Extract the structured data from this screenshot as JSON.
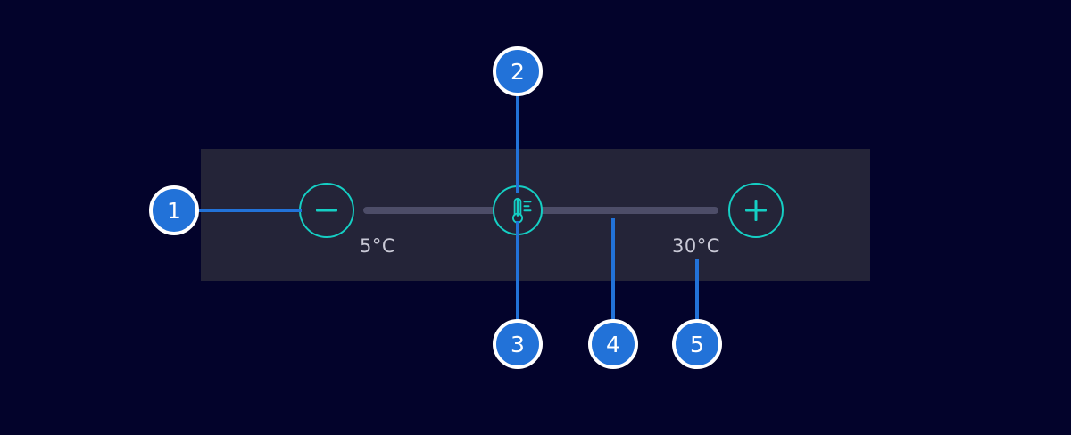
{
  "theme": {
    "background": "#03032b",
    "panel_bg": "#242438",
    "accent_teal": "#15cfc4",
    "track_gray": "#4d4d68",
    "callout_blue": "#2272d8",
    "callout_ring": "#ffffff",
    "label_text": "#c9c9d6"
  },
  "control": {
    "name": "temperature-slider-control",
    "decrease_button": {
      "label": "−",
      "icon": "minus-icon"
    },
    "increase_button": {
      "label": "+",
      "icon": "plus-icon"
    },
    "slider": {
      "min_label": "5°C",
      "max_label": "30°C",
      "min_value": 5,
      "max_value": 30,
      "current_value": 17,
      "handle_icon": "thermometer-icon",
      "handle_position_percent": 43
    }
  },
  "callouts": [
    {
      "number": "1",
      "target": "decrease-button"
    },
    {
      "number": "2",
      "target": "slider-handle-top"
    },
    {
      "number": "3",
      "target": "slider-handle-bottom"
    },
    {
      "number": "4",
      "target": "slider-track"
    },
    {
      "number": "5",
      "target": "max-range-label"
    }
  ]
}
